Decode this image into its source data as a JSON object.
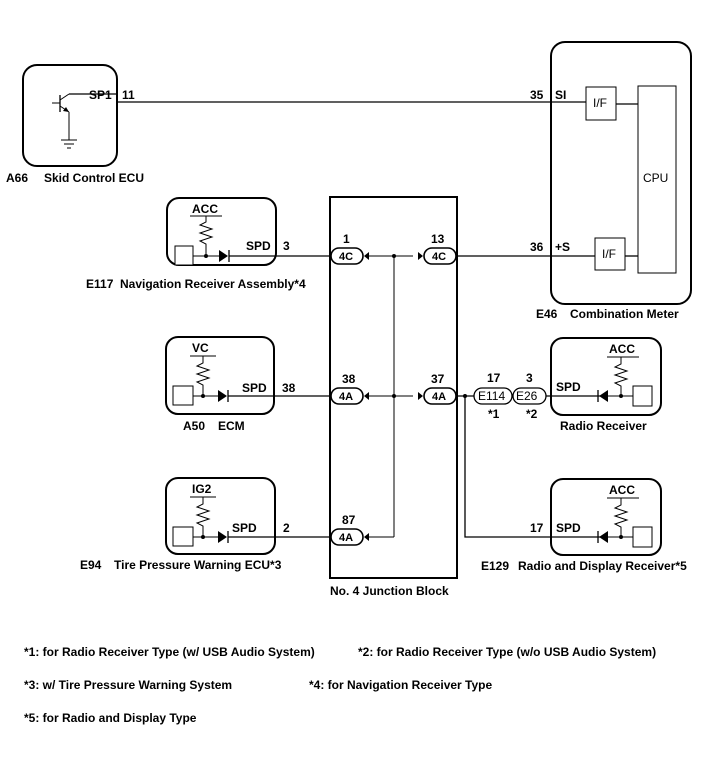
{
  "components": {
    "skid_control_ecu": {
      "connector": "A66",
      "name": "Skid Control ECU",
      "pin_label": "SP1",
      "pin": "11"
    },
    "combination_meter": {
      "connector": "E46",
      "name": "Combination Meter",
      "pin_si_label": "SI",
      "pin_si": "35",
      "pin_s_label": "+S",
      "pin_s": "36",
      "if_label": "I/F",
      "cpu_label": "CPU"
    },
    "navigation_receiver": {
      "connector": "E117",
      "name": "Navigation Receiver Assembly*4",
      "power": "ACC",
      "pin_label": "SPD",
      "pin": "3"
    },
    "ecm": {
      "connector": "A50",
      "name": "ECM",
      "power": "VC",
      "pin_label": "SPD",
      "pin": "38"
    },
    "tire_pressure_ecu": {
      "connector": "E94",
      "name": "Tire Pressure Warning ECU*3",
      "power": "IG2",
      "pin_label": "SPD",
      "pin": "2"
    },
    "radio_receiver": {
      "name": "Radio Receiver",
      "power": "ACC",
      "pin_label": "SPD"
    },
    "radio_display_receiver": {
      "connector": "E129",
      "name": "Radio and Display Receiver*5",
      "power": "ACC",
      "pin_label": "SPD",
      "pin": "17"
    }
  },
  "junction_block": {
    "name": "No. 4 Junction Block",
    "connectors": [
      {
        "pin": "1",
        "code": "4C"
      },
      {
        "pin": "13",
        "code": "4C"
      },
      {
        "pin": "38",
        "code": "4A"
      },
      {
        "pin": "37",
        "code": "4A"
      },
      {
        "pin": "87",
        "code": "4A"
      }
    ]
  },
  "inline_connectors": [
    {
      "pin": "17",
      "code": "E114",
      "note": "*1"
    },
    {
      "pin": "3",
      "code": "E26",
      "note": "*2"
    }
  ],
  "footnotes": [
    "*1: for Radio Receiver Type (w/ USB Audio System)",
    "*2: for Radio Receiver Type (w/o USB Audio System)",
    "*3: w/ Tire Pressure Warning System",
    "*4: for Navigation Receiver Type",
    "*5: for Radio and Display Type"
  ]
}
